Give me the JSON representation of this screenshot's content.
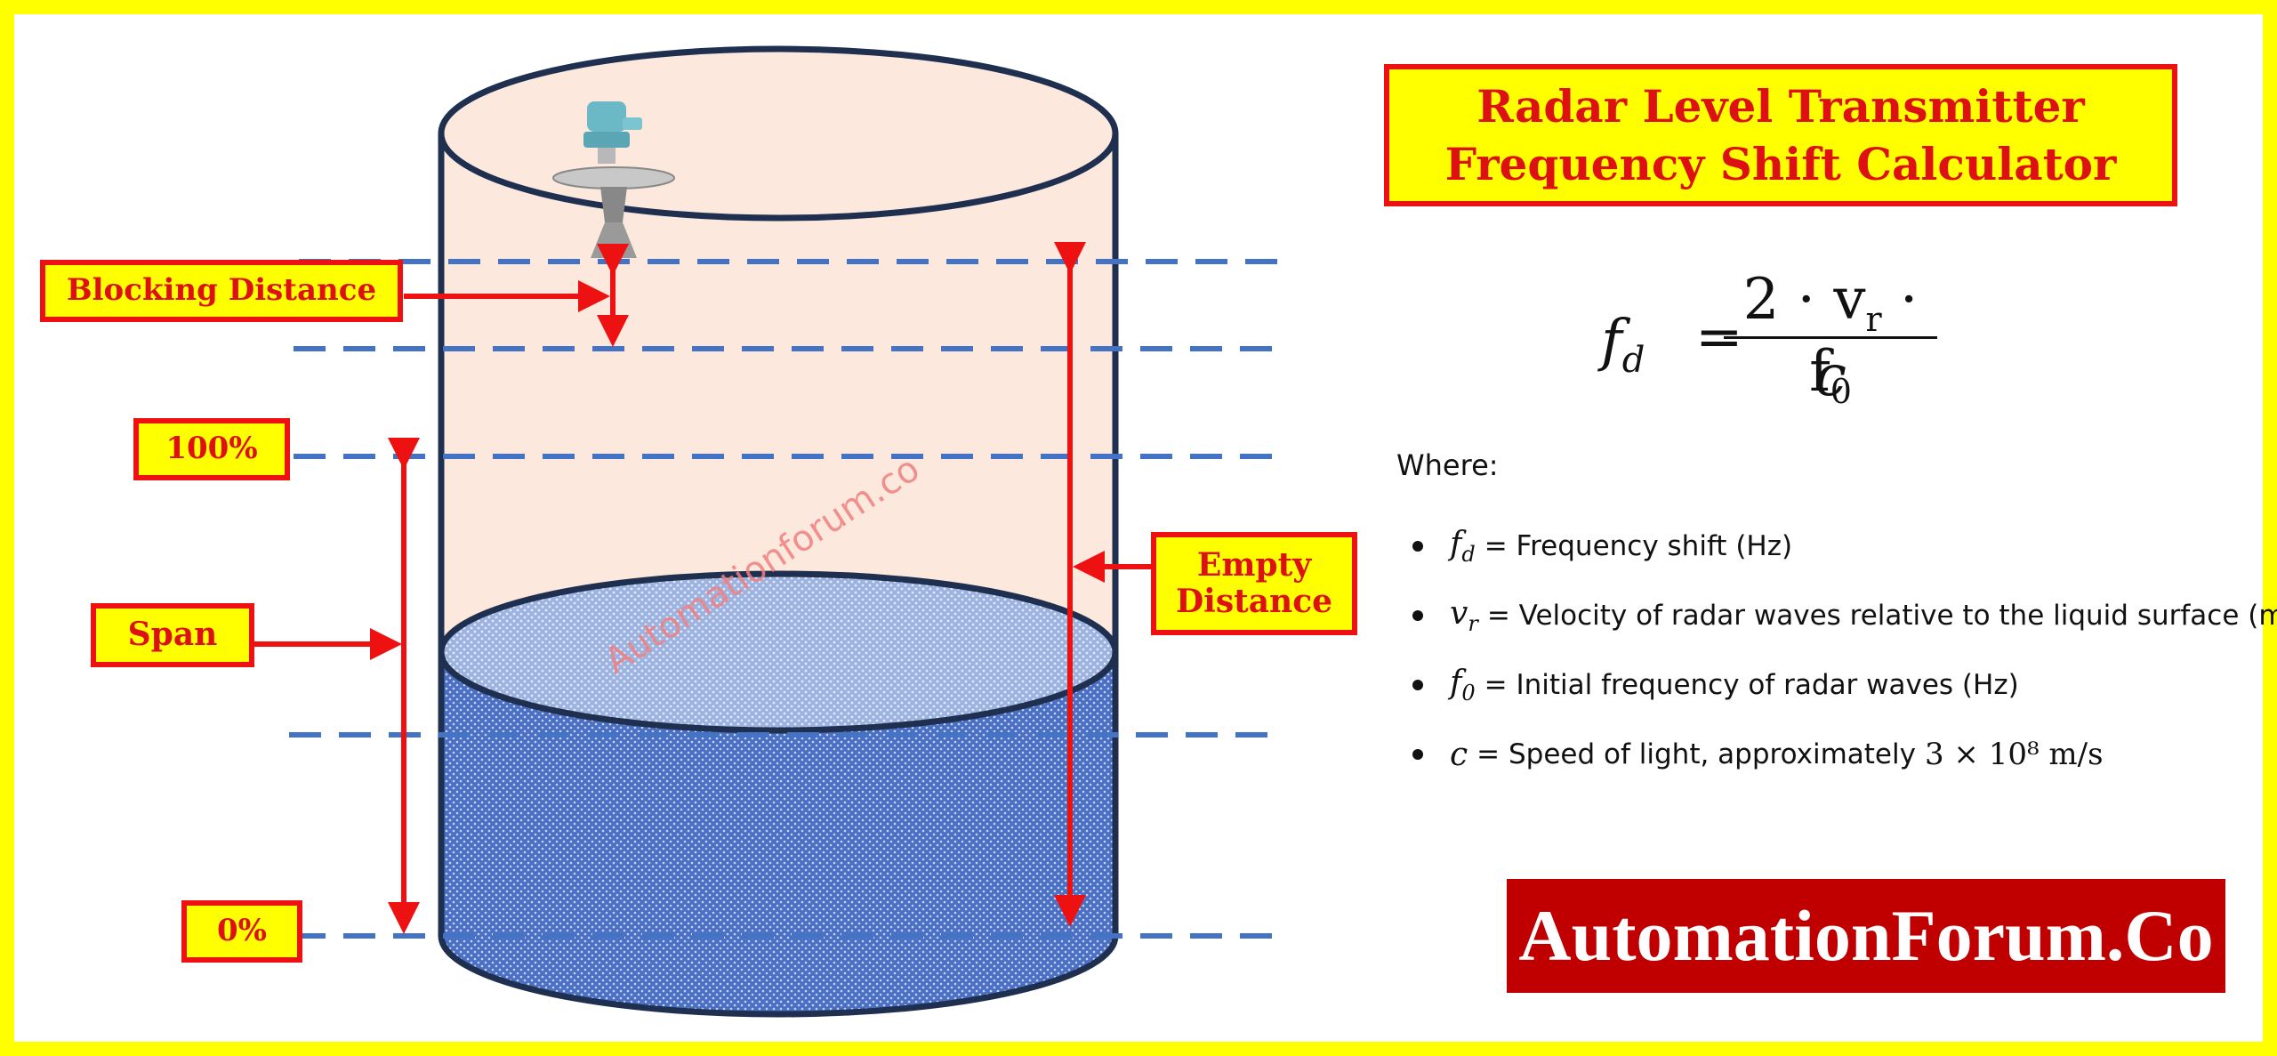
{
  "title": {
    "line1": "Radar Level Transmitter",
    "line2": "Frequency Shift Calculator"
  },
  "labels": {
    "blocking_distance": "Blocking Distance",
    "percent_100": "100%",
    "span": "Span",
    "percent_0": "0%",
    "empty_distance_line1": "Empty",
    "empty_distance_line2": "Distance"
  },
  "formula": {
    "lhs": "f",
    "lhs_sub": "d",
    "numerator": "2 · v",
    "numerator_sub1": "r",
    "numerator_mid": " · f",
    "numerator_sub2": "0",
    "denominator": "c"
  },
  "where_label": "Where:",
  "definitions": [
    {
      "symbol": "f",
      "sub": "d",
      "text": " = Frequency shift (Hz)"
    },
    {
      "symbol": "v",
      "sub": "r",
      "text": " = Velocity of radar waves relative to the liquid surface (m/s)"
    },
    {
      "symbol": "f",
      "sub": "0",
      "text": " = Initial frequency of radar waves (Hz)"
    },
    {
      "symbol": "c",
      "sub": "",
      "text": " = Speed of light, approximately",
      "math": "3 × 10⁸ m/s"
    }
  ],
  "logo": "AutomationForum.Co",
  "watermark": "Automationforum.co",
  "colors": {
    "border": "#ffff00",
    "label_fill": "#ffff00",
    "label_red": "#ee1111",
    "dash_blue": "#4472c4",
    "liquid": "#4a6fc4",
    "tank_top": "#fce8dc",
    "logo_bg": "#c00000"
  }
}
